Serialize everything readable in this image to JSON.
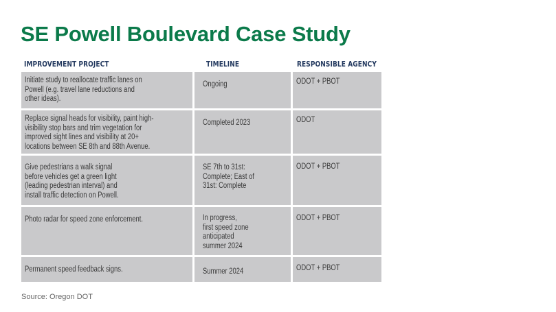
{
  "title": "SE Powell Boulevard Case Study",
  "table": {
    "headers": [
      "IMPROVEMENT PROJECT",
      "TIMELINE",
      "RESPONSIBLE AGENCY"
    ],
    "rows": [
      {
        "project": "Initiate study to reallocate traffic lanes on\nPowell (e.g. travel lane reductions and\nother ideas).",
        "timeline": "Ongoing",
        "agency": "ODOT + PBOT"
      },
      {
        "project": "Replace signal heads for visibility, paint high-\nvisibility stop bars and trim vegetation for\nimproved sight lines and visibility at 20+\nlocations between SE 8th and 88th Avenue.",
        "timeline": "Completed 2023",
        "agency": "ODOT"
      },
      {
        "project": "Give pedestrians a walk signal\nbefore vehicles get a green light\n(leading pedestrian interval) and\ninstall traffic detection on Powell.",
        "timeline": "SE 7th to 31st:\nComplete; East of\n31st: Complete",
        "agency": "ODOT + PBOT"
      },
      {
        "project": "Photo radar for speed zone enforcement.",
        "timeline": "In progress,\nfirst speed zone\nanticipated\nsummer 2024",
        "agency": "ODOT + PBOT"
      },
      {
        "project": "Permanent speed feedback signs.",
        "timeline": "Summer 2024",
        "agency": "ODOT + PBOT"
      }
    ]
  },
  "source": "Source: Oregon DOT"
}
